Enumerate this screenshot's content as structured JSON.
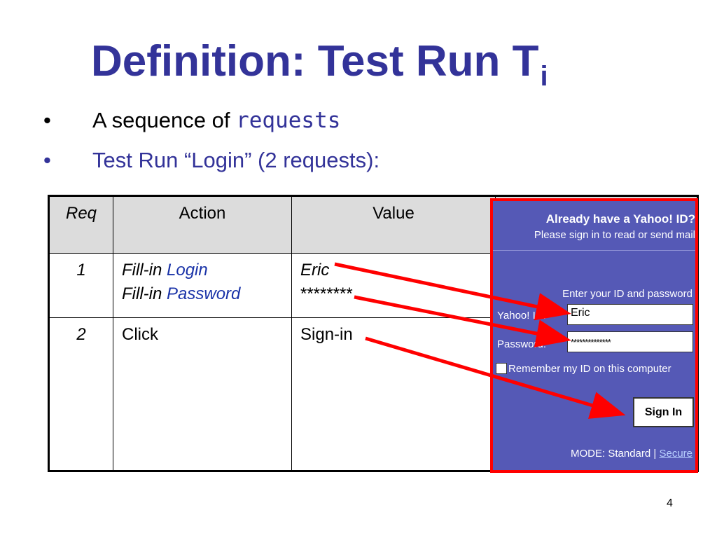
{
  "slide": {
    "title": "Definition: Test Run T",
    "title_subscript": "i",
    "bullets": [
      {
        "dot": "•",
        "text": "A sequence of ",
        "highlight": "requests"
      },
      {
        "dot": "•",
        "text": "Test Run “Login” (2 requests):"
      }
    ],
    "page_number": "4"
  },
  "table": {
    "headers": [
      "Req",
      "Action",
      "Value"
    ],
    "rows": [
      {
        "req": "1",
        "action_lines": [
          [
            "Fill-in ",
            "Login"
          ],
          [
            "Fill-in ",
            "Password"
          ]
        ],
        "value_lines": [
          "Eric",
          "********"
        ]
      },
      {
        "req": "2",
        "action": "Click",
        "value": "Sign-in"
      }
    ]
  },
  "yahoo": {
    "heading": "Already have a Yahoo! ID?",
    "subheading": "Please sign in to read or send mail",
    "enter_prompt": "Enter your ID and password",
    "id_label": "Yahoo! ID:",
    "id_value": "Eric",
    "password_label": "Password:",
    "password_value": "**************",
    "remember_label": "Remember my ID on this computer",
    "signin_label": "Sign In",
    "mode_text": "MODE: Standard | ",
    "secure_link": "Secure"
  },
  "colors": {
    "title": "#333399",
    "arrow": "#ff0000",
    "panel": "#5559b6",
    "header_bg": "#dcdcdc"
  }
}
